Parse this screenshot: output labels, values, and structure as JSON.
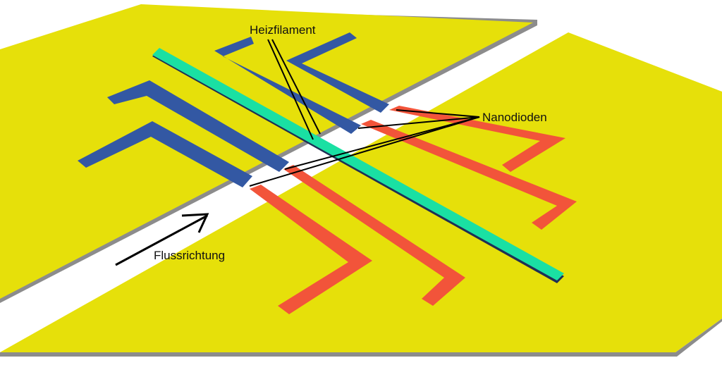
{
  "labels": {
    "heater": "Heizfilament",
    "diodes": "Nanodioden",
    "flow": "Flussrichtung"
  },
  "colors": {
    "substrate": "#e6e00a",
    "substrate_edge": "#8c8c8c",
    "channel": "#ffffff",
    "electrode_blue": "#3358a3",
    "electrode_red": "#f2543a",
    "heater": "#1ae0a3",
    "outline": "#1f2f55",
    "annotation_line": "#000000"
  }
}
